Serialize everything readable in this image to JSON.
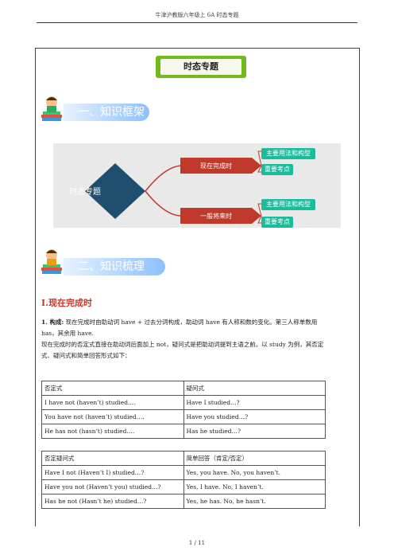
{
  "header": {
    "text": "牛津沪教版六年级上 6A 时态专题"
  },
  "title": "时态专题",
  "sections": [
    {
      "label": "一、知识框架"
    },
    {
      "label": "二、知识梳理"
    }
  ],
  "diagram": {
    "root": "时态专题",
    "branches": [
      {
        "label": "现在完成时",
        "leaves": [
          "主要用法和构型",
          "重要考点"
        ]
      },
      {
        "label": "一般将来时",
        "leaves": [
          "主要用法和构型",
          "重要考点"
        ]
      }
    ]
  },
  "subsection": "Ⅰ.现在完成时",
  "paragraphs": {
    "p1_lead": "1. 构成:",
    "p1_body": "现在完成时由助动词 have + 过去分词构成，助动词 have 有人称和数的变化。第三人称单数用 has，其余用 have.",
    "p2": "现在完成时的否定式直接在助动词后面加上 not，疑问式是把助动词提到主语之前。以 study 为例，其否定式、疑问式和简单回答形式如下："
  },
  "table1": {
    "headers": [
      "否定式",
      "疑问式"
    ],
    "rows": [
      [
        "I have not (haven’t) studied….",
        "Have I studied…?"
      ],
      [
        "You have not (haven’t) studied….",
        "Have you studied…?"
      ],
      [
        "He has not (hasn’t) studied….",
        "Has he studied…?"
      ]
    ]
  },
  "table2": {
    "headers": [
      "否定疑问式",
      "简单回答（肯定/否定）"
    ],
    "rows": [
      [
        "Have I not (Haven’t I) studied…?",
        "Yes, you have. No, you haven’t."
      ],
      [
        "Have you not (Haven’t you) studied…?",
        "Yes, I have. No, I haven’t."
      ],
      [
        "Has he not (Hasn’t he) studied…?",
        "Yes, he has. No, he hasn’t."
      ]
    ]
  },
  "footer": {
    "page": "1 / 11"
  }
}
